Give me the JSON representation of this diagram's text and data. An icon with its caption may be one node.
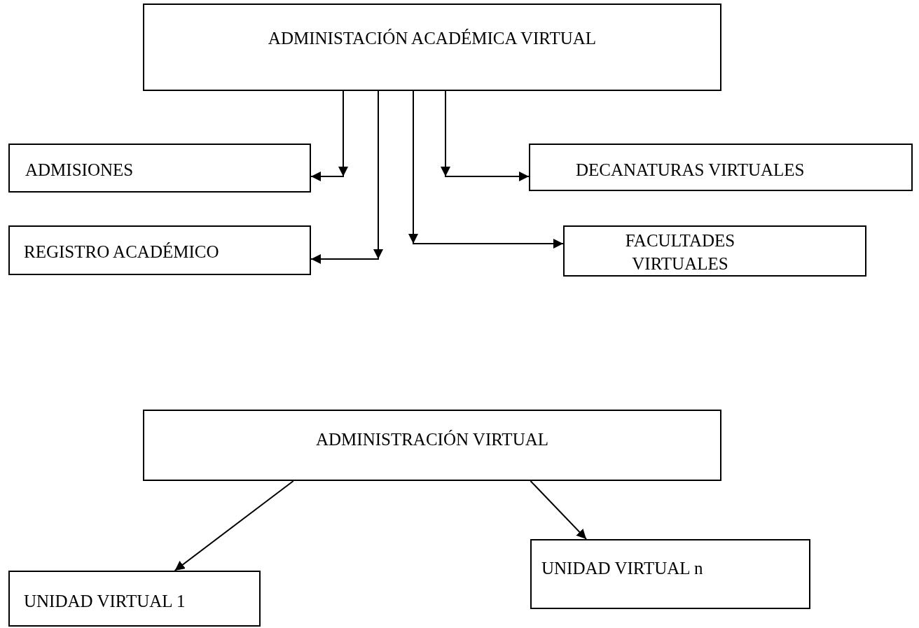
{
  "diagram": {
    "nodes": [
      {
        "text": [
          "ADMINISTACIÓN ACADÉMICA VIRTUAL"
        ]
      },
      {
        "text": [
          "ADMISIONES"
        ]
      },
      {
        "text": [
          "DECANATURAS VIRTUALES"
        ]
      },
      {
        "text": [
          "REGISTRO ACADÉMICO"
        ]
      },
      {
        "text": [
          "FACULTADES VIRTUALES"
        ]
      },
      {
        "text": [
          "ADMINISTRACIÓN VIRTUAL"
        ]
      },
      {
        "text": [
          "UNIDAD VIRTUAL 1"
        ]
      },
      {
        "text": [
          "UNIDAD VIRTUAL n"
        ]
      }
    ],
    "edges": [
      {
        "from": 0,
        "to": 1,
        "arrow": "to"
      },
      {
        "from": 0,
        "to": 3,
        "arrow": "to"
      },
      {
        "from": 0,
        "to": 4,
        "arrow": "to"
      },
      {
        "from": 0,
        "to": 2,
        "arrow": "to"
      },
      {
        "from": 5,
        "to": 6,
        "arrow": "to"
      },
      {
        "from": 5,
        "to": 7,
        "arrow": "to"
      }
    ]
  }
}
